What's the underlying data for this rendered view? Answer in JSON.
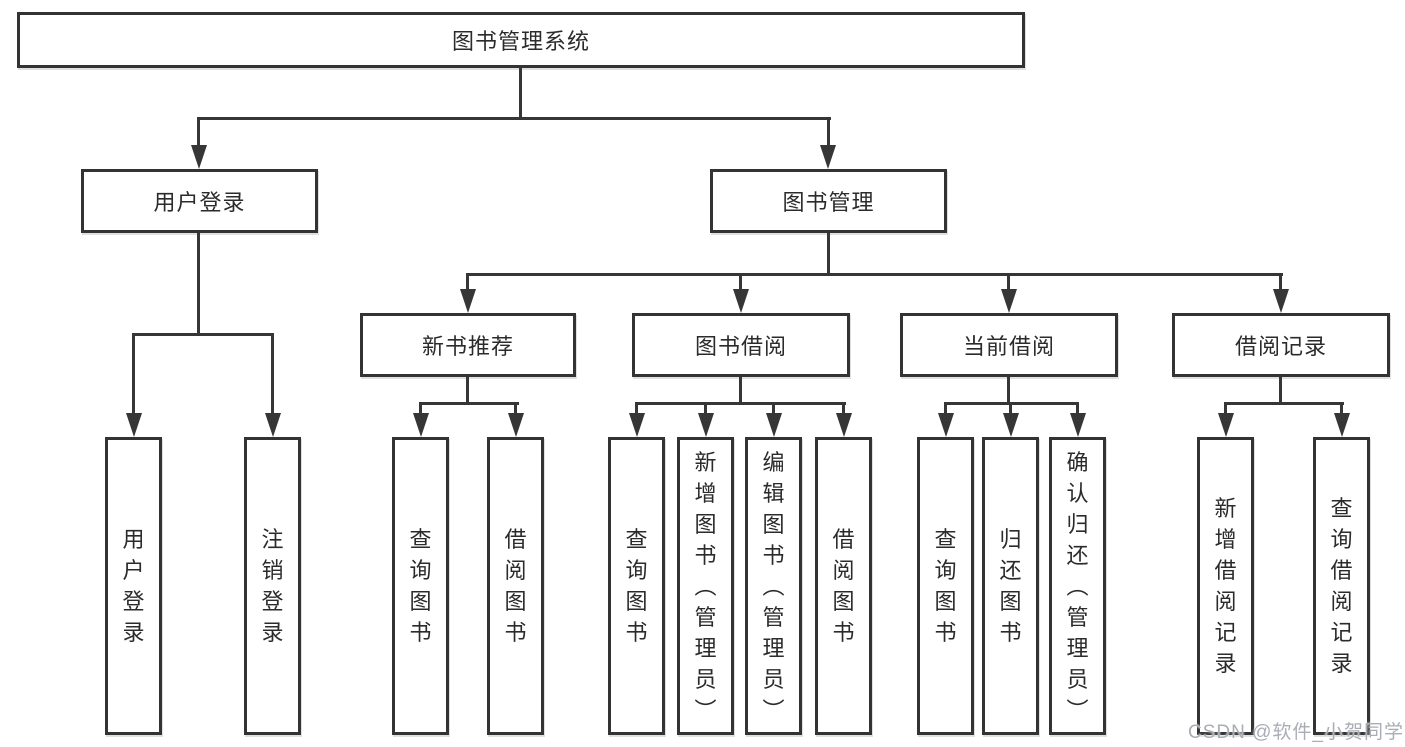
{
  "colors": {
    "line": "#363636",
    "border": "#333333",
    "text": "#2b2b2b",
    "watermark": "#aaadb5",
    "background": "#ffffff"
  },
  "watermark": {
    "text": "CSDN @软件_小贺同学"
  },
  "tree": {
    "root": {
      "label": "图书管理系统"
    },
    "branches": [
      {
        "label": "用户登录",
        "children": [
          {
            "label": "用户登录"
          },
          {
            "label": "注销登录"
          }
        ]
      },
      {
        "label": "图书管理",
        "children": [
          {
            "label": "新书推荐",
            "children": [
              {
                "label": "查询图书"
              },
              {
                "label": "借阅图书"
              }
            ]
          },
          {
            "label": "图书借阅",
            "children": [
              {
                "label": "查询图书"
              },
              {
                "label": "新增图书（管理员）"
              },
              {
                "label": "编辑图书（管理员）"
              },
              {
                "label": "借阅图书"
              }
            ]
          },
          {
            "label": "当前借阅",
            "children": [
              {
                "label": "查询图书"
              },
              {
                "label": "归还图书"
              },
              {
                "label": "确认归还（管理员）"
              }
            ]
          },
          {
            "label": "借阅记录",
            "children": [
              {
                "label": "新增借阅记录"
              },
              {
                "label": "查询借阅记录"
              }
            ]
          }
        ]
      }
    ]
  }
}
